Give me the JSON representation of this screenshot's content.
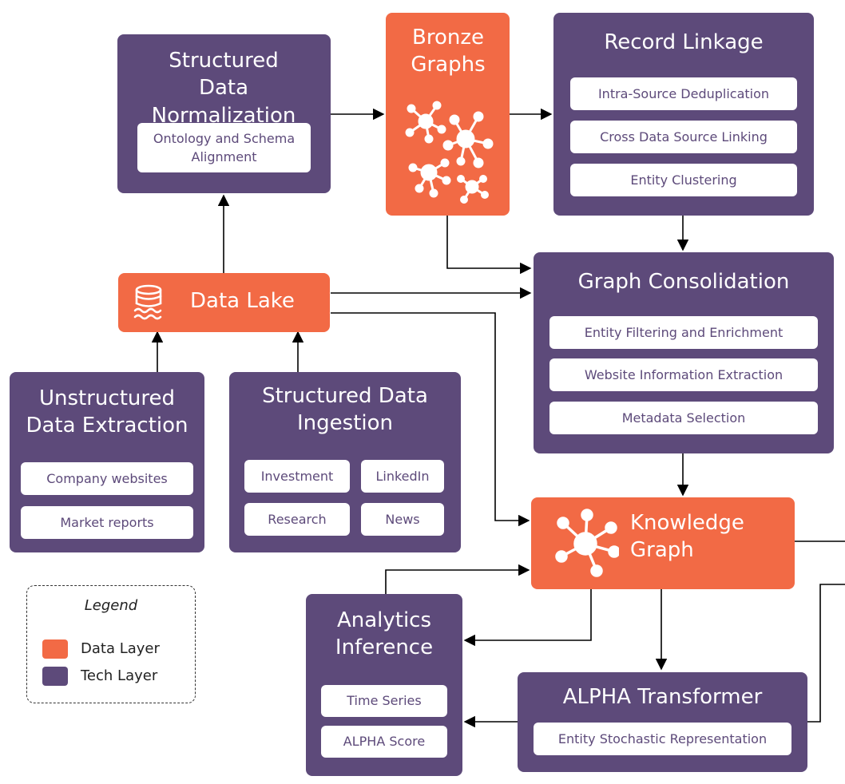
{
  "nodes": {
    "structured_normalization": {
      "title": "Structured Data Normalization",
      "items": [
        "Ontology and Schema Alignment"
      ]
    },
    "bronze_graphs": {
      "title": "Bronze Graphs",
      "icon": "network-cluster-icon"
    },
    "record_linkage": {
      "title": "Record Linkage",
      "items": [
        "Intra-Source Deduplication",
        "Cross Data Source Linking",
        "Entity Clustering"
      ]
    },
    "data_lake": {
      "title": "Data Lake",
      "icon": "database-icon"
    },
    "graph_consolidation": {
      "title": "Graph Consolidation",
      "items": [
        "Entity Filtering and Enrichment",
        "Website Information Extraction",
        "Metadata Selection"
      ]
    },
    "unstructured_extraction": {
      "title": "Unstructured Data Extraction",
      "items": [
        "Company websites",
        "Market reports"
      ]
    },
    "structured_ingestion": {
      "title": "Structured Data Ingestion",
      "items": [
        "Investment",
        "LinkedIn",
        "Research",
        "News"
      ]
    },
    "knowledge_graph": {
      "title": "Knowledge Graph",
      "icon": "network-node-icon"
    },
    "analytics_inference": {
      "title": "Analytics Inference",
      "items": [
        "Time Series",
        "ALPHA Score"
      ]
    },
    "alpha_transformer": {
      "title": "ALPHA Transformer",
      "items": [
        "Entity Stochastic Representation"
      ]
    }
  },
  "legend": {
    "title": "Legend",
    "entries": [
      {
        "label": "Data Layer",
        "color": "#f26a45"
      },
      {
        "label": "Tech Layer",
        "color": "#5d4a7a"
      }
    ]
  },
  "colors": {
    "data_layer": "#f26a45",
    "tech_layer": "#5d4a7a",
    "arrow": "#000000"
  }
}
